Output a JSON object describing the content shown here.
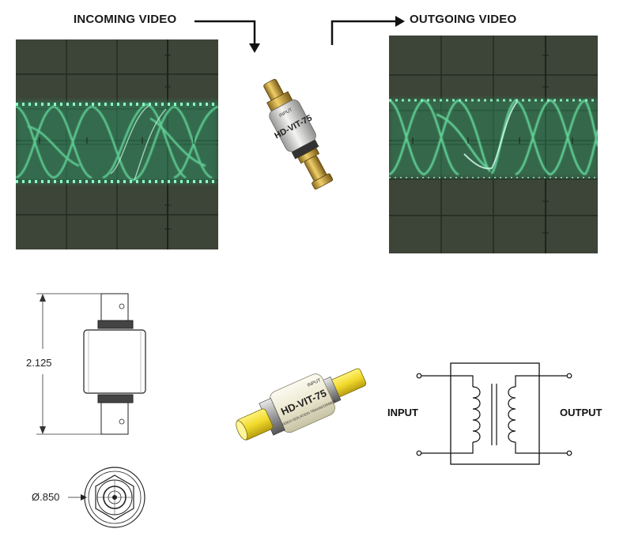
{
  "labels": {
    "incoming": "INCOMING VIDEO",
    "outgoing": "OUTGOING VIDEO",
    "input": "INPUT",
    "output": "OUTPUT"
  },
  "product": {
    "model": "HD-VIT-75",
    "port_label": "INPUT",
    "subtitle": "VIDEO ISOLATION TRANSFORMER"
  },
  "dimensions": {
    "length": "2.125",
    "diameter": "Ø.850"
  },
  "colors": {
    "scope_background": "#3d4438",
    "trace": "#58f0a0",
    "brass": "#c9a43a",
    "yellow_connector": "#f2df2e"
  }
}
